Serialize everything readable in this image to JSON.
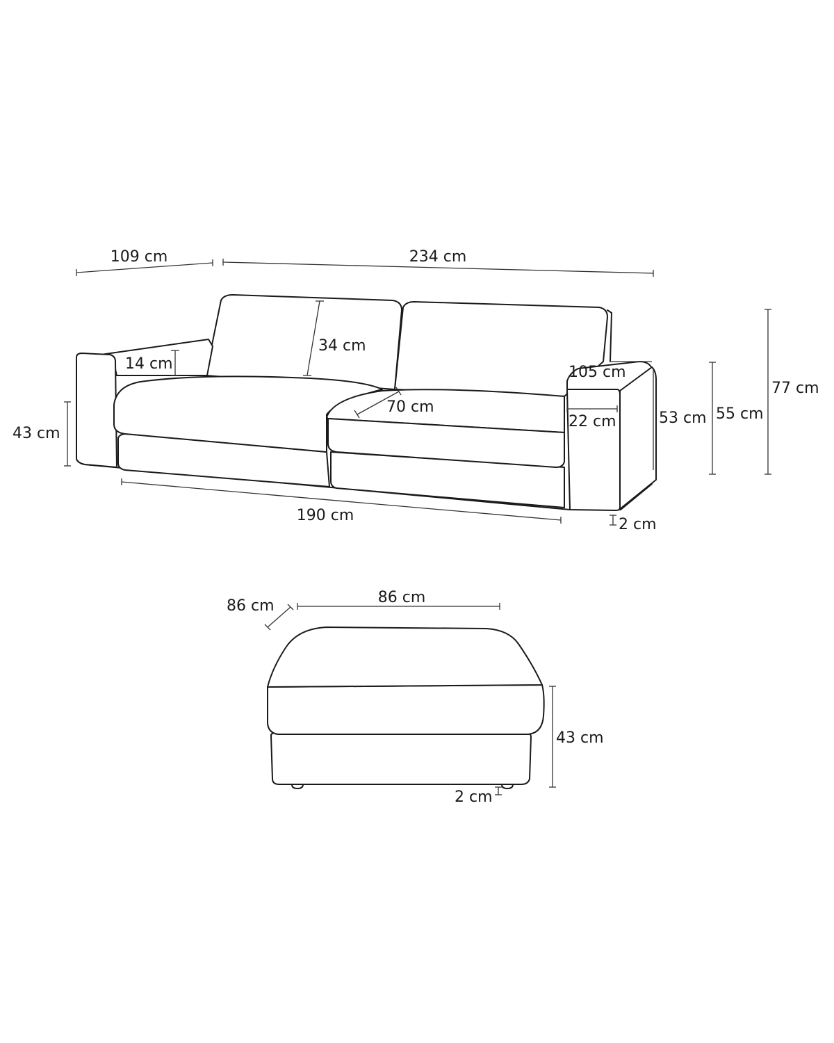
{
  "colors": {
    "line": "#1a1a1a",
    "background": "#ffffff"
  },
  "sofa": {
    "depth": "109 cm",
    "width": "234 cm",
    "back_cushion_height": "34 cm",
    "arm_above_seat": "14 cm",
    "seat_height": "43 cm",
    "seat_depth": "70 cm",
    "armrest_length": "105 cm",
    "armrest_width": "22 cm",
    "arm_height_inner": "53 cm",
    "arm_height": "55 cm",
    "total_height": "77 cm",
    "seat_width": "190 cm",
    "feet_height": "2 cm"
  },
  "ottoman": {
    "depth": "86 cm",
    "width": "86 cm",
    "height": "43 cm",
    "feet_height": "2 cm"
  }
}
